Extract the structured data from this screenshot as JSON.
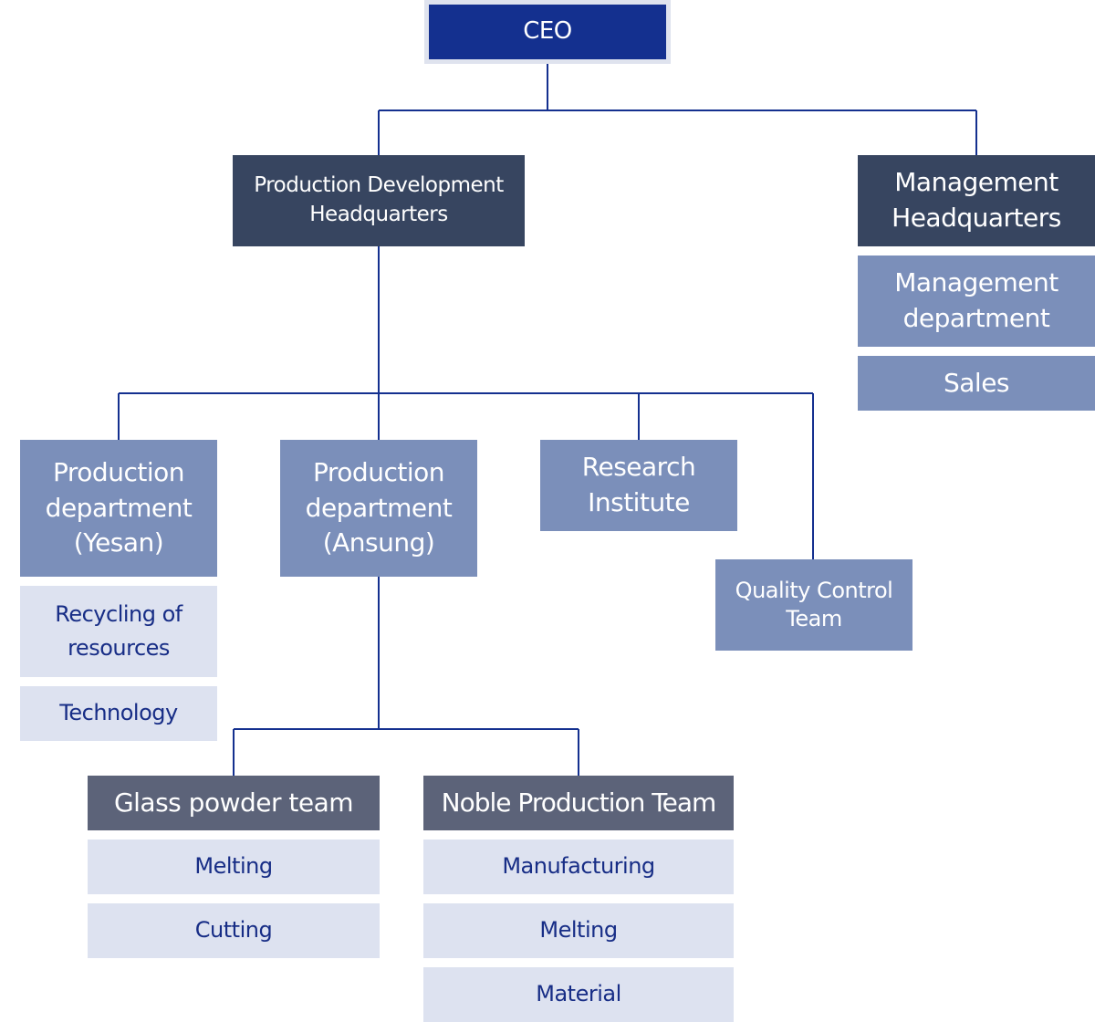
{
  "chart": {
    "ceo": "CEO",
    "prod_dev_hq": "Production Development\nHeadquarters",
    "mgmt_hq": "Management\nHeadquarters",
    "mgmt_dept": "Management\ndepartment",
    "sales": "Sales",
    "prod_yesan": "Production\ndepartment\n(Yesan)",
    "recycling": "Recycling of\nresources",
    "technology": "Technology",
    "prod_ansung": "Production\ndepartment\n(Ansung)",
    "research": "Research\nInstitute",
    "quality": "Quality Control\nTeam",
    "glass_team": "Glass powder team",
    "glass_melting": "Melting",
    "glass_cutting": "Cutting",
    "noble_team": "Noble Production Team",
    "noble_manufacturing": "Manufacturing",
    "noble_melting": "Melting",
    "noble_material": "Material"
  },
  "colors": {
    "ceo": "#14308f",
    "headquarters": "#374560",
    "department": "#7b8fba",
    "team": "#5c6379",
    "sub_unit": "#dde2f0",
    "connector": "#14308f"
  }
}
